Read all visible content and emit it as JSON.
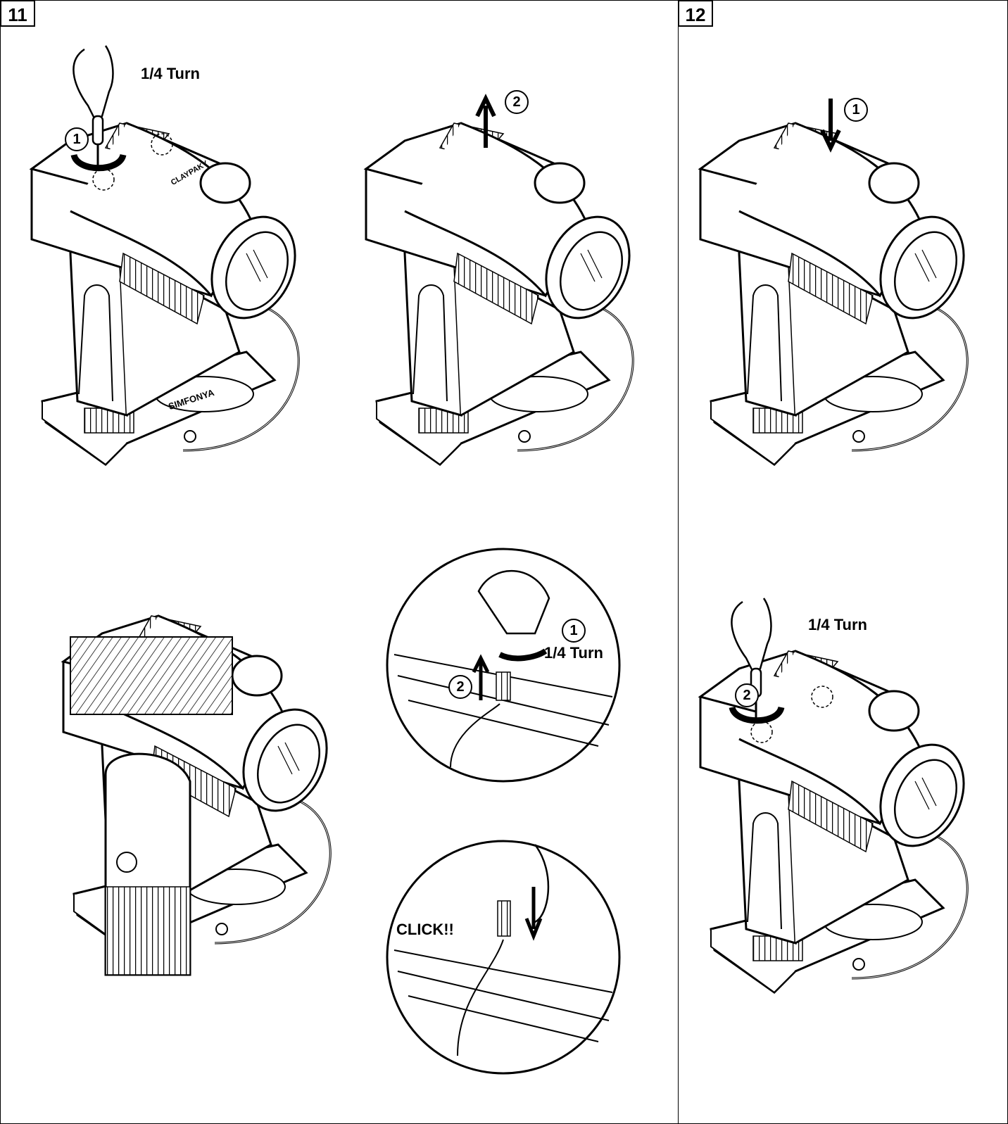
{
  "steps": {
    "left": "11",
    "right": "12"
  },
  "labels": {
    "quarter_turn": "1/4 Turn",
    "click": "CLICK!!"
  },
  "callouts": {
    "one": "1",
    "two": "2"
  },
  "brand": {
    "product": "SIMFONYA",
    "maker": "CLAYPAKY"
  }
}
